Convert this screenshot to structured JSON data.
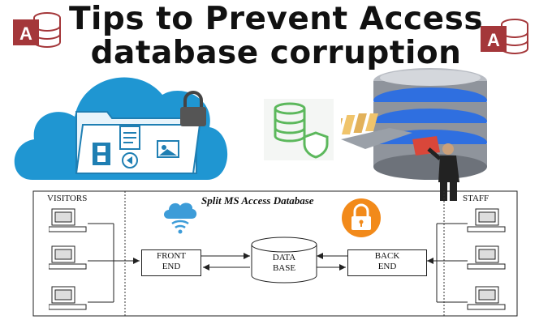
{
  "title": {
    "line1": "Tips to Prevent Access",
    "line2": "database corruption"
  },
  "icons": {
    "access_logo_letter": "A",
    "access_logo_color": "#a4373a"
  },
  "diagram": {
    "heading": "Split MS Access Database",
    "visitors_label": "VISITORS",
    "staff_label": "STAFF",
    "front_end_label": "FRONT\nEND",
    "database_label": "DATA\nBASE",
    "back_end_label": "BACK\nEND"
  }
}
